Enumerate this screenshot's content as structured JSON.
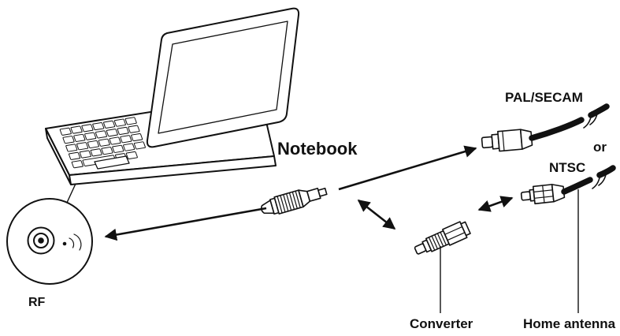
{
  "labels": {
    "notebook": "Notebook",
    "rf": "RF",
    "pal_secam": "PAL/SECAM",
    "or": "or",
    "ntsc": "NTSC",
    "converter": "Converter",
    "home_antenna": "Home antenna"
  },
  "icons": {
    "rf_jack": "rf-jack-icon",
    "wireless": "wireless-signal-icon",
    "cable_break": "cable-break-icon"
  },
  "colors": {
    "line": "#111111",
    "background": "#ffffff"
  }
}
